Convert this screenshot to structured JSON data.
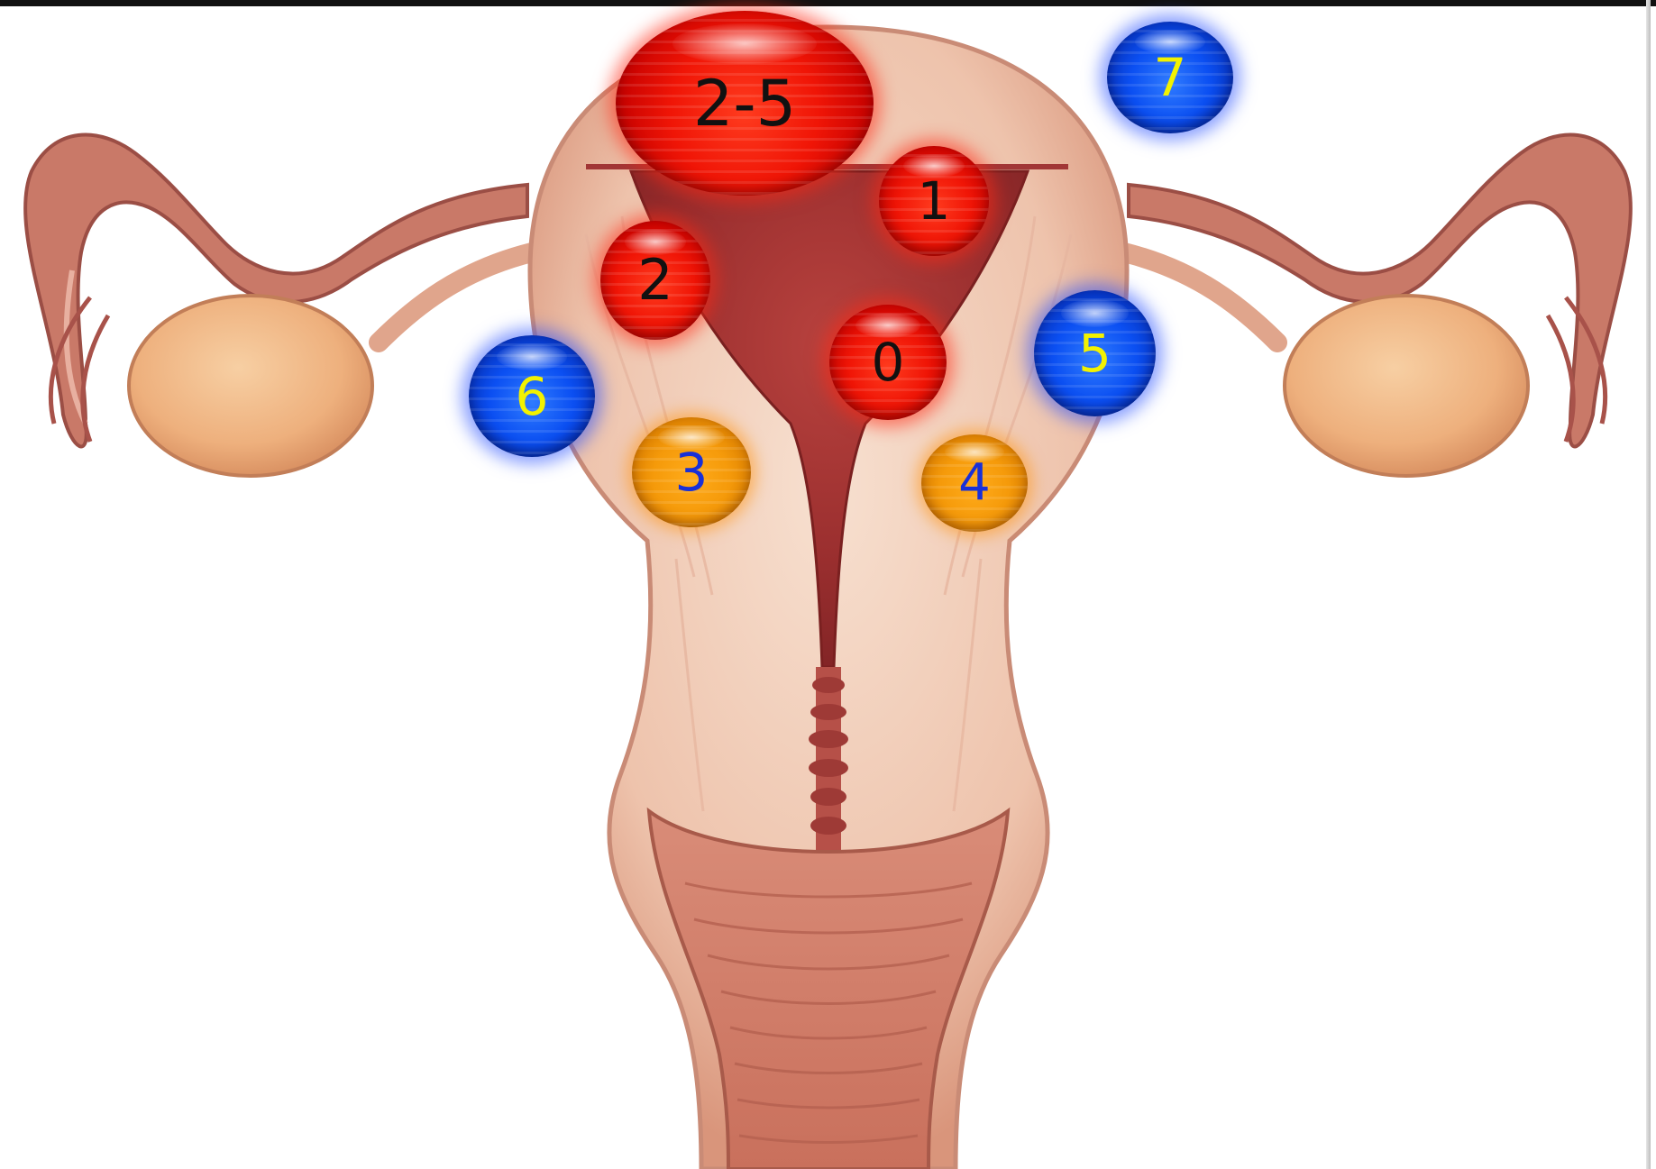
{
  "colors": {
    "high_marker": "#f01506",
    "mid_marker": "#f59a0a",
    "low_marker": "#0b4ff2",
    "tissue_light": "#f3d2bf",
    "tissue_dark": "#9b2f2f",
    "ovary": "#f0b681"
  },
  "markers": [
    {
      "label": "2-5",
      "color": "red"
    },
    {
      "label": "1",
      "color": "red"
    },
    {
      "label": "2",
      "color": "red"
    },
    {
      "label": "0",
      "color": "red"
    },
    {
      "label": "7",
      "color": "blue"
    },
    {
      "label": "5",
      "color": "blue"
    },
    {
      "label": "6",
      "color": "blue"
    },
    {
      "label": "3",
      "color": "orange"
    },
    {
      "label": "4",
      "color": "orange"
    }
  ]
}
